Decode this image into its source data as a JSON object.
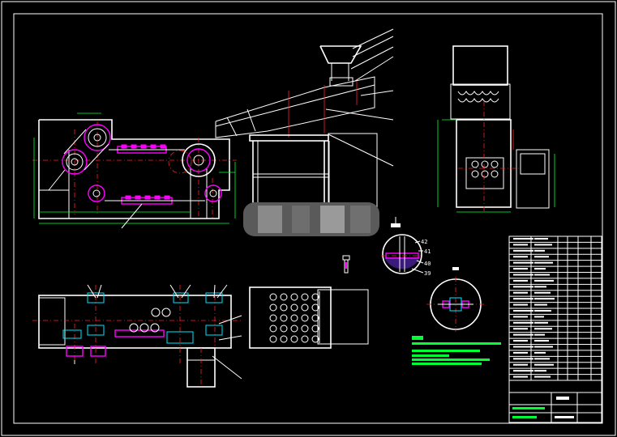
{
  "drawing": {
    "colors": {
      "background": "#000000",
      "outline": "#ffffff",
      "centerline": "#ff2020",
      "dimension": "#00ff33",
      "highlight": "#ff00ff",
      "section": "#00e5ff"
    },
    "detail_labels": [
      "42",
      "41",
      "40",
      "39"
    ],
    "title_block": {
      "row_count": 24
    }
  }
}
